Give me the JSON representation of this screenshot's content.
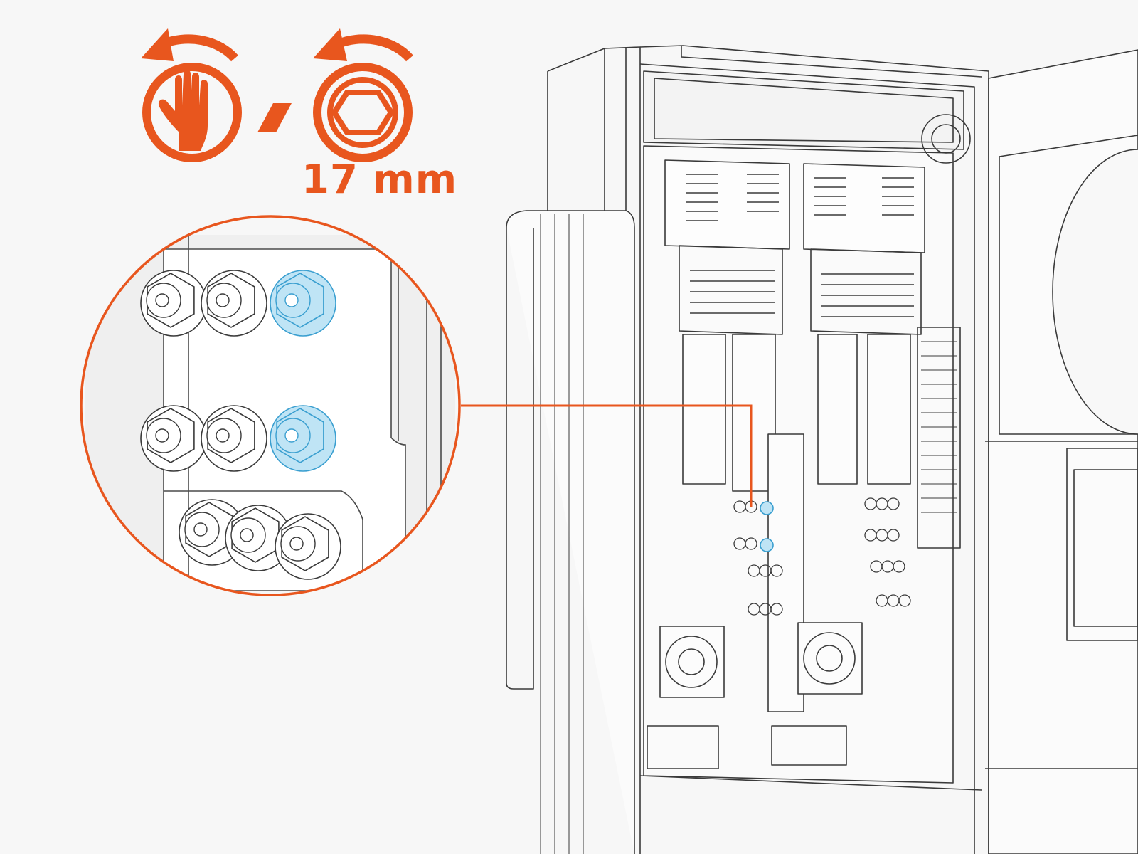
{
  "instruction": {
    "tool_size_label": "17 mm",
    "icons": [
      "hand-loosen-icon",
      "hex-socket-icon",
      "rotate-counterclockwise-arrow-icon"
    ]
  },
  "colors": {
    "accent": "#E8561E",
    "highlight_nut": "#7CC6E8",
    "highlight_nut_fill": "#BFE4F5",
    "line_art": "#3a3a3a",
    "background": "#f7f7f7"
  },
  "detail": {
    "highlighted_nut_count": 2,
    "total_nut_count": 9
  }
}
